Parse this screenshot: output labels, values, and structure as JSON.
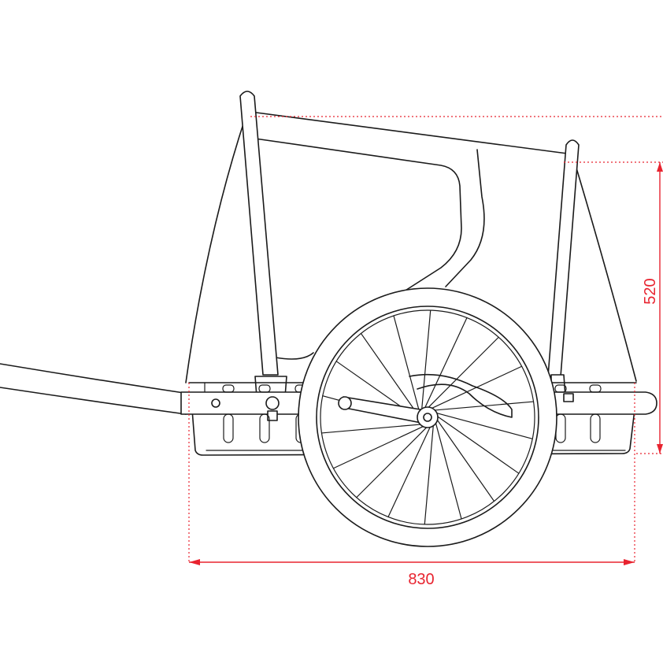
{
  "dimensions": {
    "width_label": "830",
    "height_label": "520"
  },
  "colors": {
    "dimension": "#e8232f",
    "outline": "#1a1a1a",
    "background": "#ffffff"
  },
  "wheel": {
    "spoke_count": 18
  }
}
